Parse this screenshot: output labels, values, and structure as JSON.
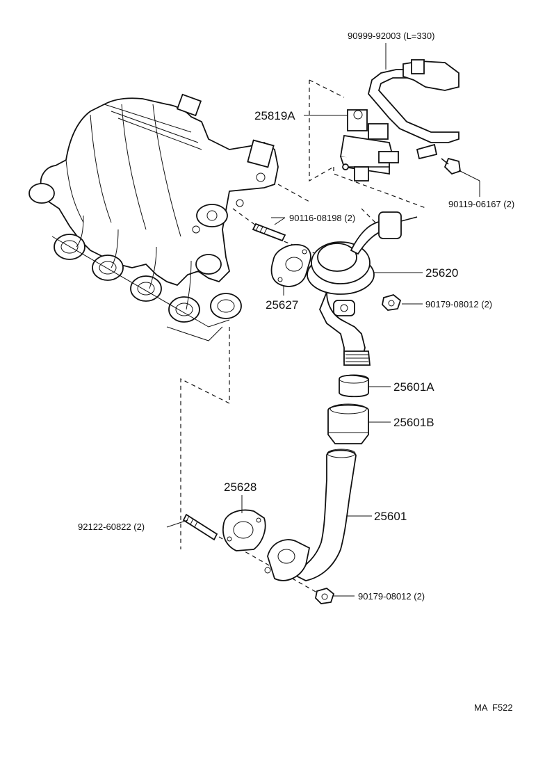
{
  "diagram": {
    "labels": {
      "hose": "90999-92003 (L=330)",
      "vsv": "25819A",
      "bolt_vsv": "90119-06167 (2)",
      "stud_upper": "90116-08198 (2)",
      "egr_valve": "25620",
      "gasket_upper": "25627",
      "nut_upper": "90179-08012 (2)",
      "union_a": "25601A",
      "union_b": "25601B",
      "gasket_lower": "25628",
      "pipe": "25601",
      "stud_lower": "92122-60822 (2)",
      "nut_lower": "90179-08012 (2)"
    },
    "footer": "MA  F522"
  }
}
